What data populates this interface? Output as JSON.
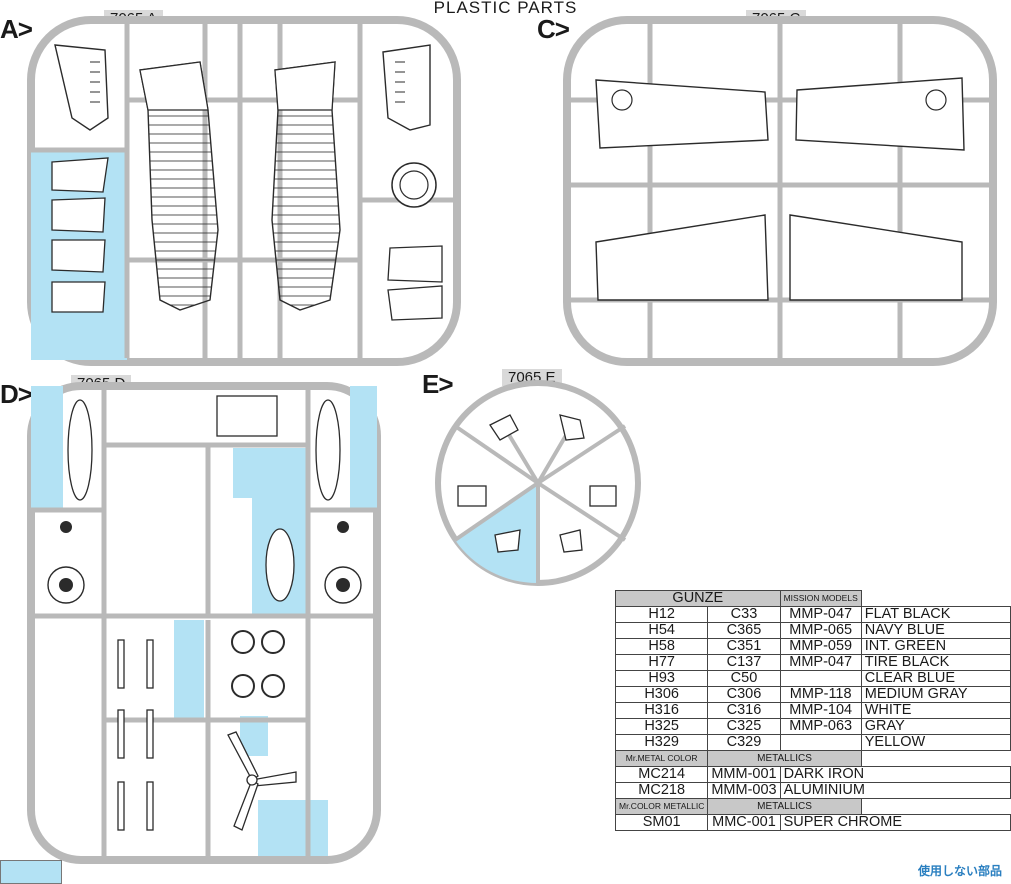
{
  "title": "PLASTIC PARTS",
  "sprues": {
    "a": {
      "letter": "A>",
      "code": "7065 A"
    },
    "c": {
      "letter": "C>",
      "code": "7065 C"
    },
    "d": {
      "letter": "D>",
      "code": "7065 D"
    },
    "e": {
      "letter": "E>",
      "code": "7065 E"
    }
  },
  "paint_table": {
    "header": {
      "brand": "GUNZE",
      "brand2": "MISSION MODELS"
    },
    "rows": [
      {
        "h": "H12",
        "c": "C33",
        "mmp": "MMP-047",
        "name": "FLAT BLACK"
      },
      {
        "h": "H54",
        "c": "C365",
        "mmp": "MMP-065",
        "name": "NAVY BLUE"
      },
      {
        "h": "H58",
        "c": "C351",
        "mmp": "MMP-059",
        "name": "INT. GREEN"
      },
      {
        "h": "H77",
        "c": "C137",
        "mmp": "MMP-047",
        "name": "TIRE BLACK"
      },
      {
        "h": "H93",
        "c": "C50",
        "mmp": "",
        "name": "CLEAR BLUE"
      },
      {
        "h": "H306",
        "c": "C306",
        "mmp": "MMP-118",
        "name": "MEDIUM GRAY"
      },
      {
        "h": "H316",
        "c": "C316",
        "mmp": "MMP-104",
        "name": "WHITE"
      },
      {
        "h": "H325",
        "c": "C325",
        "mmp": "MMP-063",
        "name": "GRAY"
      },
      {
        "h": "H329",
        "c": "C329",
        "mmp": "",
        "name": "YELLOW"
      }
    ],
    "metal_header": {
      "label": "Mr.METAL COLOR",
      "metallics": "METALLICS"
    },
    "metal_rows": [
      {
        "code": "MC214",
        "mm": "MMM-001",
        "name": "DARK IRON"
      },
      {
        "code": "MC218",
        "mm": "MMM-003",
        "name": "ALUMINIUM"
      }
    ],
    "chrome_header": {
      "label": "Mr.COLOR METALLIC",
      "metallics": "METALLICS"
    },
    "chrome_rows": [
      {
        "code": "SM01",
        "mm": "MMC-001",
        "name": "SUPER CHROME"
      }
    ]
  },
  "legend": {
    "text": "使用しない部品"
  },
  "colors": {
    "unused_highlight": "#b3e2f4",
    "frame": "#b9b9b9",
    "line": "#2b2b2b"
  }
}
